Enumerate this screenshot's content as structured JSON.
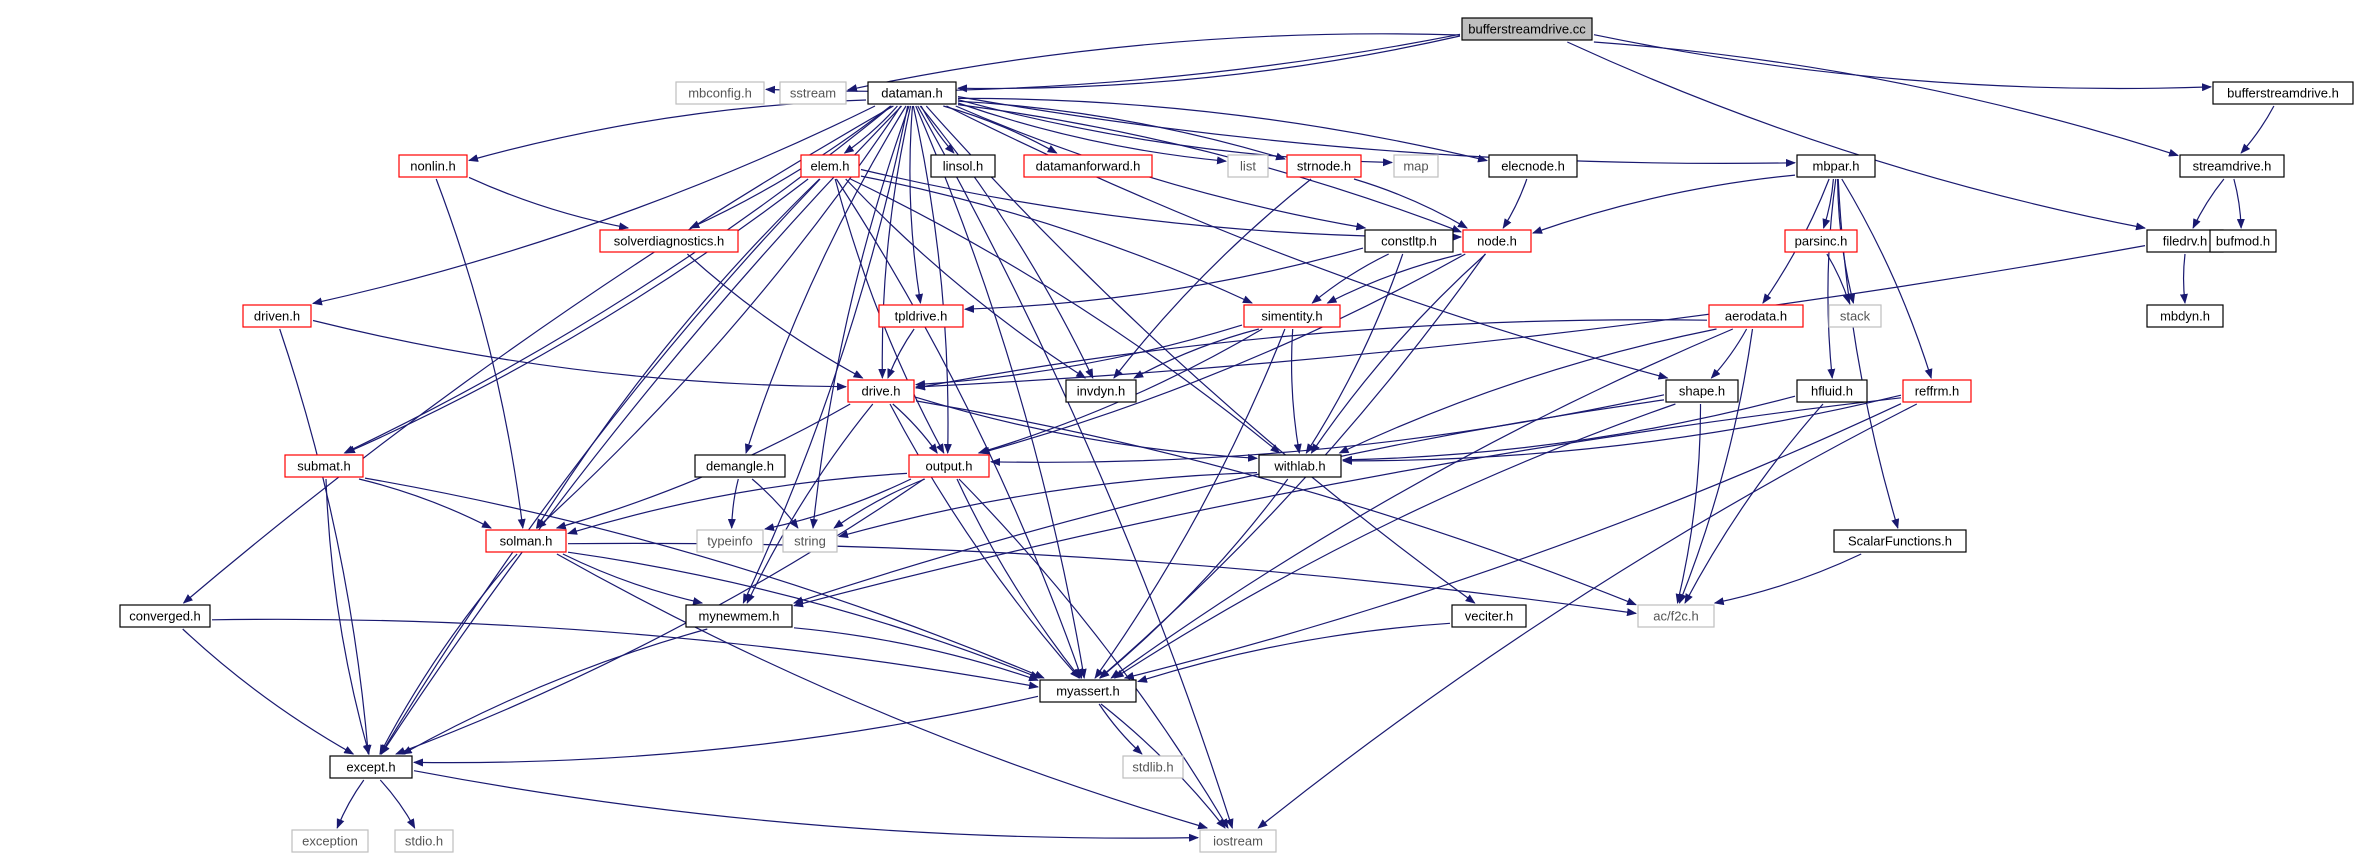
{
  "graph": {
    "nodes": [
      {
        "id": "bufferstreamdrive_cc",
        "label": "bufferstreamdrive.cc",
        "style": "root"
      },
      {
        "id": "mbconfig_h",
        "label": "mbconfig.h",
        "style": "grey"
      },
      {
        "id": "sstream",
        "label": "sstream",
        "style": "grey"
      },
      {
        "id": "dataman_h",
        "label": "dataman.h",
        "style": "black"
      },
      {
        "id": "bufferstreamdrive_h",
        "label": "bufferstreamdrive.h",
        "style": "black"
      },
      {
        "id": "streamdrive_h",
        "label": "streamdrive.h",
        "style": "black"
      },
      {
        "id": "nonlin_h",
        "label": "nonlin.h",
        "style": "red"
      },
      {
        "id": "elem_h",
        "label": "elem.h",
        "style": "red"
      },
      {
        "id": "linsol_h",
        "label": "linsol.h",
        "style": "black"
      },
      {
        "id": "datamanforward_h",
        "label": "datamanforward.h",
        "style": "red"
      },
      {
        "id": "list",
        "label": "list",
        "style": "grey"
      },
      {
        "id": "strnode_h",
        "label": "strnode.h",
        "style": "red"
      },
      {
        "id": "map",
        "label": "map",
        "style": "grey"
      },
      {
        "id": "elecnode_h",
        "label": "elecnode.h",
        "style": "black"
      },
      {
        "id": "mbpar_h",
        "label": "mbpar.h",
        "style": "black"
      },
      {
        "id": "solverdiagnostics_h",
        "label": "solverdiagnostics.h",
        "style": "red"
      },
      {
        "id": "constltp_h",
        "label": "constltp.h",
        "style": "black"
      },
      {
        "id": "node_h",
        "label": "node.h",
        "style": "red"
      },
      {
        "id": "parsinc_h",
        "label": "parsinc.h",
        "style": "red"
      },
      {
        "id": "filedrv_h",
        "label": "filedrv.h",
        "style": "black"
      },
      {
        "id": "bufmod_h",
        "label": "bufmod.h",
        "style": "black"
      },
      {
        "id": "driven_h",
        "label": "driven.h",
        "style": "red"
      },
      {
        "id": "tpldrive_h",
        "label": "tpldrive.h",
        "style": "red"
      },
      {
        "id": "simentity_h",
        "label": "simentity.h",
        "style": "red"
      },
      {
        "id": "aerodata_h",
        "label": "aerodata.h",
        "style": "red"
      },
      {
        "id": "stack",
        "label": "stack",
        "style": "grey"
      },
      {
        "id": "mbdyn_h",
        "label": "mbdyn.h",
        "style": "black"
      },
      {
        "id": "drive_h",
        "label": "drive.h",
        "style": "red"
      },
      {
        "id": "invdyn_h",
        "label": "invdyn.h",
        "style": "black"
      },
      {
        "id": "shape_h",
        "label": "shape.h",
        "style": "black"
      },
      {
        "id": "hfluid_h",
        "label": "hfluid.h",
        "style": "black"
      },
      {
        "id": "reffrm_h",
        "label": "reffrm.h",
        "style": "red"
      },
      {
        "id": "submat_h",
        "label": "submat.h",
        "style": "red"
      },
      {
        "id": "demangle_h",
        "label": "demangle.h",
        "style": "black"
      },
      {
        "id": "output_h",
        "label": "output.h",
        "style": "red"
      },
      {
        "id": "withlab_h",
        "label": "withlab.h",
        "style": "black"
      },
      {
        "id": "typeinfo",
        "label": "typeinfo",
        "style": "grey"
      },
      {
        "id": "string",
        "label": "string",
        "style": "grey"
      },
      {
        "id": "solman_h",
        "label": "solman.h",
        "style": "red"
      },
      {
        "id": "scalarfunctions_h",
        "label": "ScalarFunctions.h",
        "style": "black"
      },
      {
        "id": "converged_h",
        "label": "converged.h",
        "style": "black"
      },
      {
        "id": "mynewmem_h",
        "label": "mynewmem.h",
        "style": "black"
      },
      {
        "id": "ac_f2c_h",
        "label": "ac/f2c.h",
        "style": "grey"
      },
      {
        "id": "veciter_h",
        "label": "veciter.h",
        "style": "black"
      },
      {
        "id": "myassert_h",
        "label": "myassert.h",
        "style": "black"
      },
      {
        "id": "stdlib_h",
        "label": "stdlib.h",
        "style": "grey"
      },
      {
        "id": "except_h",
        "label": "except.h",
        "style": "black"
      },
      {
        "id": "exception",
        "label": "exception",
        "style": "grey"
      },
      {
        "id": "stdio_h",
        "label": "stdio.h",
        "style": "grey"
      },
      {
        "id": "iostream",
        "label": "iostream",
        "style": "grey"
      }
    ],
    "edges": [
      [
        "bufferstreamdrive_cc",
        "mbconfig_h"
      ],
      [
        "bufferstreamdrive_cc",
        "sstream"
      ],
      [
        "bufferstreamdrive_cc",
        "dataman_h"
      ],
      [
        "bufferstreamdrive_cc",
        "bufferstreamdrive_h"
      ],
      [
        "bufferstreamdrive_cc",
        "streamdrive_h"
      ],
      [
        "bufferstreamdrive_cc",
        "filedrv_h"
      ],
      [
        "bufferstreamdrive_h",
        "streamdrive_h"
      ],
      [
        "streamdrive_h",
        "filedrv_h"
      ],
      [
        "streamdrive_h",
        "bufmod_h"
      ],
      [
        "filedrv_h",
        "mbdyn_h"
      ],
      [
        "filedrv_h",
        "drive_h"
      ],
      [
        "dataman_h",
        "nonlin_h"
      ],
      [
        "dataman_h",
        "elem_h"
      ],
      [
        "dataman_h",
        "linsol_h"
      ],
      [
        "dataman_h",
        "datamanforward_h"
      ],
      [
        "dataman_h",
        "list"
      ],
      [
        "dataman_h",
        "strnode_h"
      ],
      [
        "dataman_h",
        "map"
      ],
      [
        "dataman_h",
        "elecnode_h"
      ],
      [
        "dataman_h",
        "mbpar_h"
      ],
      [
        "dataman_h",
        "solverdiagnostics_h"
      ],
      [
        "dataman_h",
        "constltp_h"
      ],
      [
        "dataman_h",
        "node_h"
      ],
      [
        "dataman_h",
        "tpldrive_h"
      ],
      [
        "dataman_h",
        "driven_h"
      ],
      [
        "dataman_h",
        "drive_h"
      ],
      [
        "dataman_h",
        "invdyn_h"
      ],
      [
        "dataman_h",
        "shape_h"
      ],
      [
        "dataman_h",
        "submat_h"
      ],
      [
        "dataman_h",
        "demangle_h"
      ],
      [
        "dataman_h",
        "output_h"
      ],
      [
        "dataman_h",
        "string"
      ],
      [
        "dataman_h",
        "solman_h"
      ],
      [
        "dataman_h",
        "converged_h"
      ],
      [
        "dataman_h",
        "mynewmem_h"
      ],
      [
        "dataman_h",
        "veciter_h"
      ],
      [
        "dataman_h",
        "myassert_h"
      ],
      [
        "dataman_h",
        "except_h"
      ],
      [
        "dataman_h",
        "iostream"
      ],
      [
        "nonlin_h",
        "solverdiagnostics_h"
      ],
      [
        "nonlin_h",
        "solman_h"
      ],
      [
        "elem_h",
        "node_h"
      ],
      [
        "elem_h",
        "simentity_h"
      ],
      [
        "elem_h",
        "invdyn_h"
      ],
      [
        "elem_h",
        "withlab_h"
      ],
      [
        "elem_h",
        "output_h"
      ],
      [
        "elem_h",
        "submat_h"
      ],
      [
        "elem_h",
        "solman_h"
      ],
      [
        "elem_h",
        "myassert_h"
      ],
      [
        "elem_h",
        "except_h"
      ],
      [
        "strnode_h",
        "node_h"
      ],
      [
        "strnode_h",
        "invdyn_h"
      ],
      [
        "elecnode_h",
        "node_h"
      ],
      [
        "mbpar_h",
        "node_h"
      ],
      [
        "mbpar_h",
        "parsinc_h"
      ],
      [
        "mbpar_h",
        "stack"
      ],
      [
        "mbpar_h",
        "aerodata_h"
      ],
      [
        "mbpar_h",
        "hfluid_h"
      ],
      [
        "mbpar_h",
        "reffrm_h"
      ],
      [
        "mbpar_h",
        "scalarfunctions_h"
      ],
      [
        "parsinc_h",
        "stack"
      ],
      [
        "solverdiagnostics_h",
        "drive_h"
      ],
      [
        "constltp_h",
        "tpldrive_h"
      ],
      [
        "constltp_h",
        "simentity_h"
      ],
      [
        "constltp_h",
        "withlab_h"
      ],
      [
        "node_h",
        "simentity_h"
      ],
      [
        "node_h",
        "output_h"
      ],
      [
        "node_h",
        "withlab_h"
      ],
      [
        "node_h",
        "myassert_h"
      ],
      [
        "driven_h",
        "drive_h"
      ],
      [
        "driven_h",
        "except_h"
      ],
      [
        "tpldrive_h",
        "drive_h"
      ],
      [
        "simentity_h",
        "drive_h"
      ],
      [
        "simentity_h",
        "invdyn_h"
      ],
      [
        "simentity_h",
        "output_h"
      ],
      [
        "simentity_h",
        "withlab_h"
      ],
      [
        "simentity_h",
        "myassert_h"
      ],
      [
        "aerodata_h",
        "drive_h"
      ],
      [
        "aerodata_h",
        "shape_h"
      ],
      [
        "aerodata_h",
        "withlab_h"
      ],
      [
        "aerodata_h",
        "ac_f2c_h"
      ],
      [
        "aerodata_h",
        "myassert_h"
      ],
      [
        "drive_h",
        "output_h"
      ],
      [
        "drive_h",
        "withlab_h"
      ],
      [
        "drive_h",
        "solman_h"
      ],
      [
        "drive_h",
        "mynewmem_h"
      ],
      [
        "drive_h",
        "ac_f2c_h"
      ],
      [
        "drive_h",
        "myassert_h"
      ],
      [
        "shape_h",
        "output_h"
      ],
      [
        "shape_h",
        "mynewmem_h"
      ],
      [
        "shape_h",
        "ac_f2c_h"
      ],
      [
        "shape_h",
        "myassert_h"
      ],
      [
        "hfluid_h",
        "withlab_h"
      ],
      [
        "hfluid_h",
        "ac_f2c_h"
      ],
      [
        "reffrm_h",
        "withlab_h"
      ],
      [
        "reffrm_h",
        "mynewmem_h"
      ],
      [
        "reffrm_h",
        "myassert_h"
      ],
      [
        "reffrm_h",
        "iostream"
      ],
      [
        "submat_h",
        "solman_h"
      ],
      [
        "submat_h",
        "except_h"
      ],
      [
        "submat_h",
        "myassert_h"
      ],
      [
        "demangle_h",
        "typeinfo"
      ],
      [
        "demangle_h",
        "string"
      ],
      [
        "output_h",
        "solman_h"
      ],
      [
        "output_h",
        "typeinfo"
      ],
      [
        "output_h",
        "string"
      ],
      [
        "output_h",
        "except_h"
      ],
      [
        "output_h",
        "myassert_h"
      ],
      [
        "output_h",
        "iostream"
      ],
      [
        "withlab_h",
        "string"
      ],
      [
        "withlab_h",
        "myassert_h"
      ],
      [
        "solman_h",
        "mynewmem_h"
      ],
      [
        "solman_h",
        "ac_f2c_h"
      ],
      [
        "solman_h",
        "except_h"
      ],
      [
        "solman_h",
        "myassert_h"
      ],
      [
        "solman_h",
        "iostream"
      ],
      [
        "scalarfunctions_h",
        "ac_f2c_h"
      ],
      [
        "converged_h",
        "except_h"
      ],
      [
        "converged_h",
        "myassert_h"
      ],
      [
        "mynewmem_h",
        "except_h"
      ],
      [
        "mynewmem_h",
        "myassert_h"
      ],
      [
        "veciter_h",
        "myassert_h"
      ],
      [
        "myassert_h",
        "except_h"
      ],
      [
        "myassert_h",
        "stdlib_h"
      ],
      [
        "myassert_h",
        "iostream"
      ],
      [
        "except_h",
        "exception"
      ],
      [
        "except_h",
        "stdio_h"
      ],
      [
        "except_h",
        "iostream"
      ]
    ],
    "colors": {
      "edge": "#191970",
      "root_fill": "#bfbfbf",
      "black_border": "#000000",
      "red_border": "#ff0000",
      "grey_border": "#bfbfbf"
    }
  }
}
